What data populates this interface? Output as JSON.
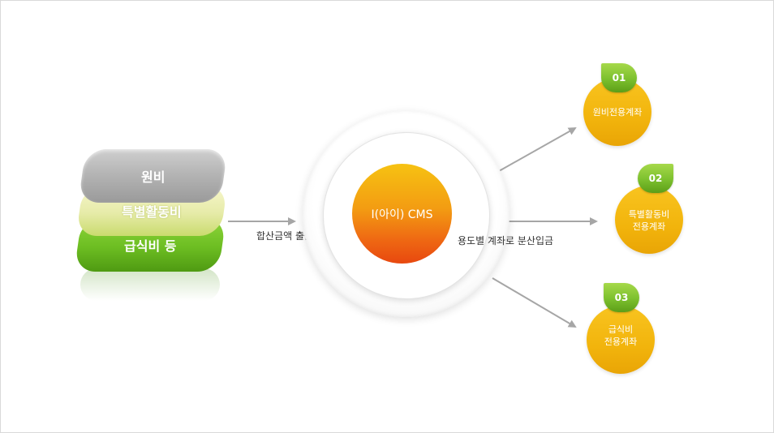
{
  "stack": {
    "layers": [
      {
        "label": "원비"
      },
      {
        "label": "특별활동비"
      },
      {
        "label": "급식비 등"
      }
    ]
  },
  "flow": {
    "withdraw_label": "합산금액 출금",
    "distribute_label": "용도별 계좌로 분산입금"
  },
  "center": {
    "title": "I(아이) CMS"
  },
  "targets": [
    {
      "number": "01",
      "lines": [
        "원비전용계좌"
      ]
    },
    {
      "number": "02",
      "lines": [
        "특별활동비",
        "전용계좌"
      ]
    },
    {
      "number": "03",
      "lines": [
        "급식비",
        "전용계좌"
      ]
    }
  ],
  "colors": {
    "core_top": "#f6c212",
    "core_bottom": "#e8480f",
    "target_fill": "#f2b40c",
    "badge_fill": "#7cc02e",
    "arrow": "#a6a6a6"
  }
}
